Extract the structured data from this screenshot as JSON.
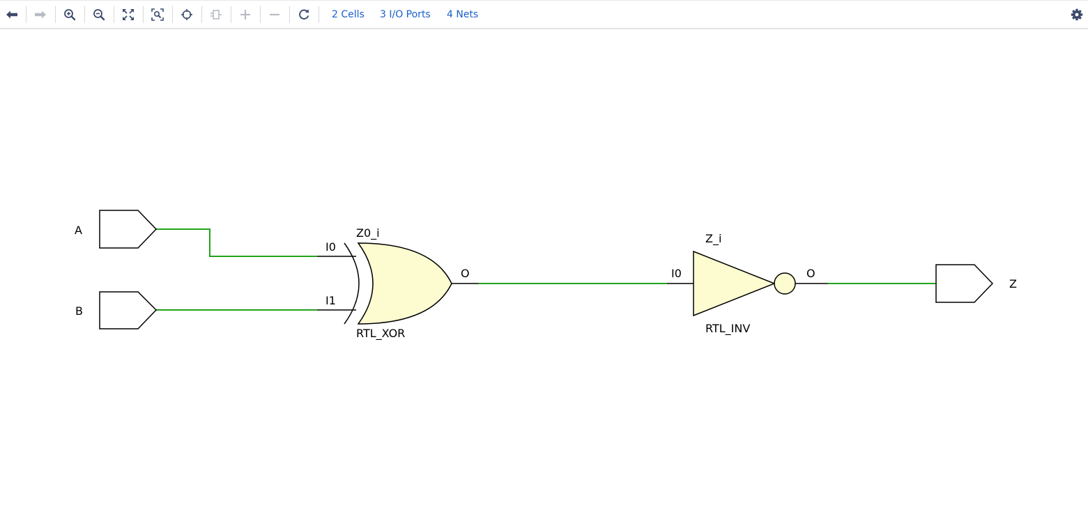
{
  "toolbar": {
    "buttons": [
      {
        "name": "back-button",
        "icon": "arrow-left-icon",
        "enabled": true
      },
      {
        "name": "forward-button",
        "icon": "arrow-right-icon",
        "enabled": false
      },
      {
        "name": "zoom-in-button",
        "icon": "zoom-in-icon",
        "enabled": true
      },
      {
        "name": "zoom-out-button",
        "icon": "zoom-out-icon",
        "enabled": true
      },
      {
        "name": "zoom-fit-button",
        "icon": "fit-icon",
        "enabled": true
      },
      {
        "name": "zoom-area-button",
        "icon": "zoom-area-icon",
        "enabled": true
      },
      {
        "name": "autofit-selection-button",
        "icon": "crosshair-icon",
        "enabled": true
      },
      {
        "name": "collapse-button",
        "icon": "collapse-icon",
        "enabled": false
      },
      {
        "name": "expand-button",
        "icon": "plus-icon",
        "enabled": false
      },
      {
        "name": "remove-button",
        "icon": "minus-icon",
        "enabled": false
      },
      {
        "name": "regenerate-button",
        "icon": "refresh-icon",
        "enabled": true
      }
    ],
    "cells_link": "2 Cells",
    "ports_link": "3 I/O Ports",
    "nets_link": "4 Nets",
    "settings_icon": "gear-icon"
  },
  "colors": {
    "net": "#22a31a",
    "wire": "#000000",
    "gate_fill": "#fdfbd0",
    "link": "#1a5fc8",
    "icon": "#3c4a6b",
    "icon_disabled": "#b8bcc4"
  },
  "schematic": {
    "ports": {
      "a": "A",
      "b": "B",
      "z": "Z"
    },
    "xor_cell": {
      "instance": "Z0_i",
      "type": "RTL_XOR",
      "pin_i0": "I0",
      "pin_i1": "I1",
      "pin_o": "O"
    },
    "inv_cell": {
      "instance": "Z_i",
      "type": "RTL_INV",
      "pin_i0": "I0",
      "pin_o": "O"
    }
  }
}
